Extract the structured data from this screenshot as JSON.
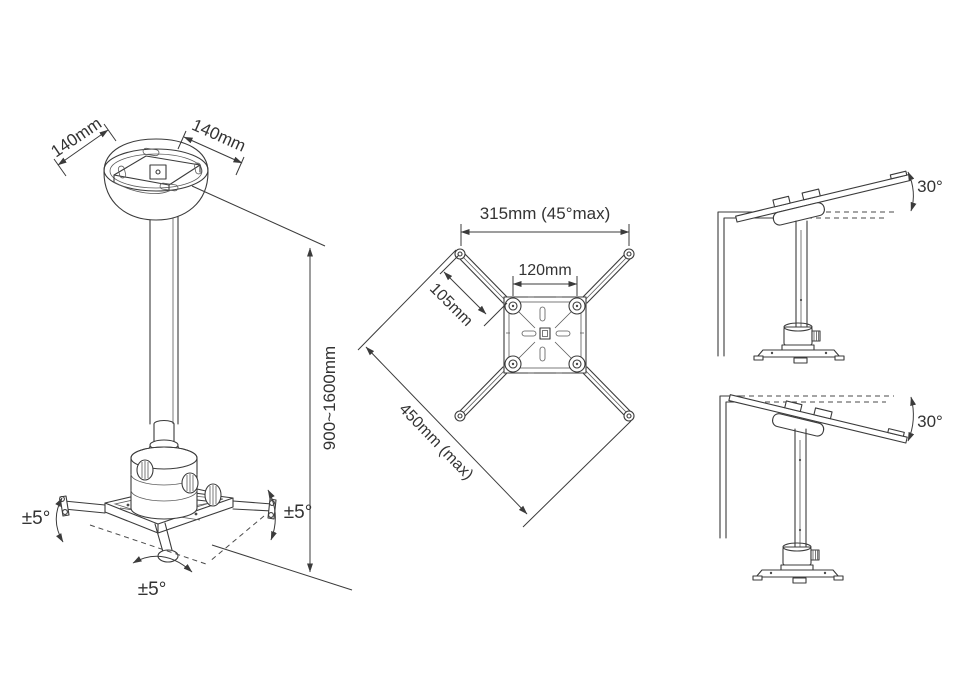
{
  "drawing": {
    "subject": "projector ceiling mount technical drawing",
    "colors": {
      "line": "#3b3b3b",
      "text": "#333333",
      "background": "#ffffff"
    },
    "figures": {
      "iso_view": {
        "name": "ceiling mount isometric view",
        "dim_plate_left": "140mm",
        "dim_plate_right": "140mm",
        "dim_height_range": "900~1600mm",
        "tilt_left": "±5°",
        "tilt_right": "±5°",
        "rotation_bottom": "±5°"
      },
      "top_view": {
        "name": "spider bracket top view",
        "dim_arm_span_max": "315mm (45°max)",
        "dim_plate_width": "120mm",
        "dim_arm_length": "105mm",
        "dim_diagonal_max": "450mm (max)"
      },
      "side_view_tilt_up": {
        "name": "side view tilted up",
        "angle": "30°"
      },
      "side_view_tilt_down": {
        "name": "side view tilted down",
        "angle": "30°"
      }
    }
  }
}
